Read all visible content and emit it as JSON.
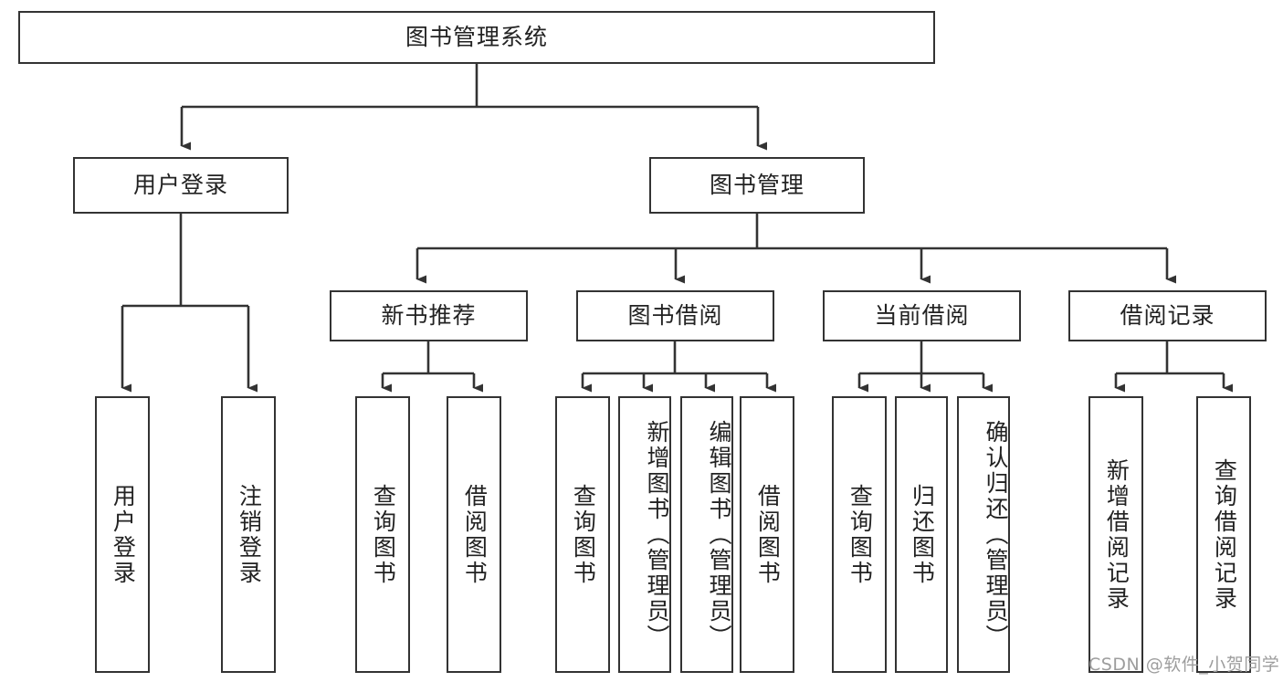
{
  "diagram": {
    "type": "tree-hierarchy-chart",
    "root": {
      "label": "图书管理系统"
    },
    "level2": [
      {
        "label": "用户登录"
      },
      {
        "label": "图书管理"
      }
    ],
    "level3": [
      {
        "label": "新书推荐"
      },
      {
        "label": "图书借阅"
      },
      {
        "label": "当前借阅"
      },
      {
        "label": "借阅记录"
      }
    ],
    "leaves": {
      "user_login": [
        {
          "label": "用户登录"
        },
        {
          "label": "注销登录"
        }
      ],
      "new_book_recommend": [
        {
          "label": "查询图书"
        },
        {
          "label": "借阅图书"
        }
      ],
      "book_borrow": [
        {
          "label": "查询图书"
        },
        {
          "label": "新增图书（管理员）"
        },
        {
          "label": "编辑图书（管理员）"
        },
        {
          "label": "借阅图书"
        }
      ],
      "current_borrow": [
        {
          "label": "查询图书"
        },
        {
          "label": "归还图书"
        },
        {
          "label": "确认归还（管理员）"
        }
      ],
      "borrow_record": [
        {
          "label": "新增借阅记录"
        },
        {
          "label": "查询借阅记录"
        }
      ]
    }
  },
  "watermark": {
    "text": "CSDN @软件_小贺同学"
  },
  "colors": {
    "stroke": "#333333",
    "background": "#ffffff",
    "text": "#222222",
    "watermark": "#9d9d9d"
  }
}
